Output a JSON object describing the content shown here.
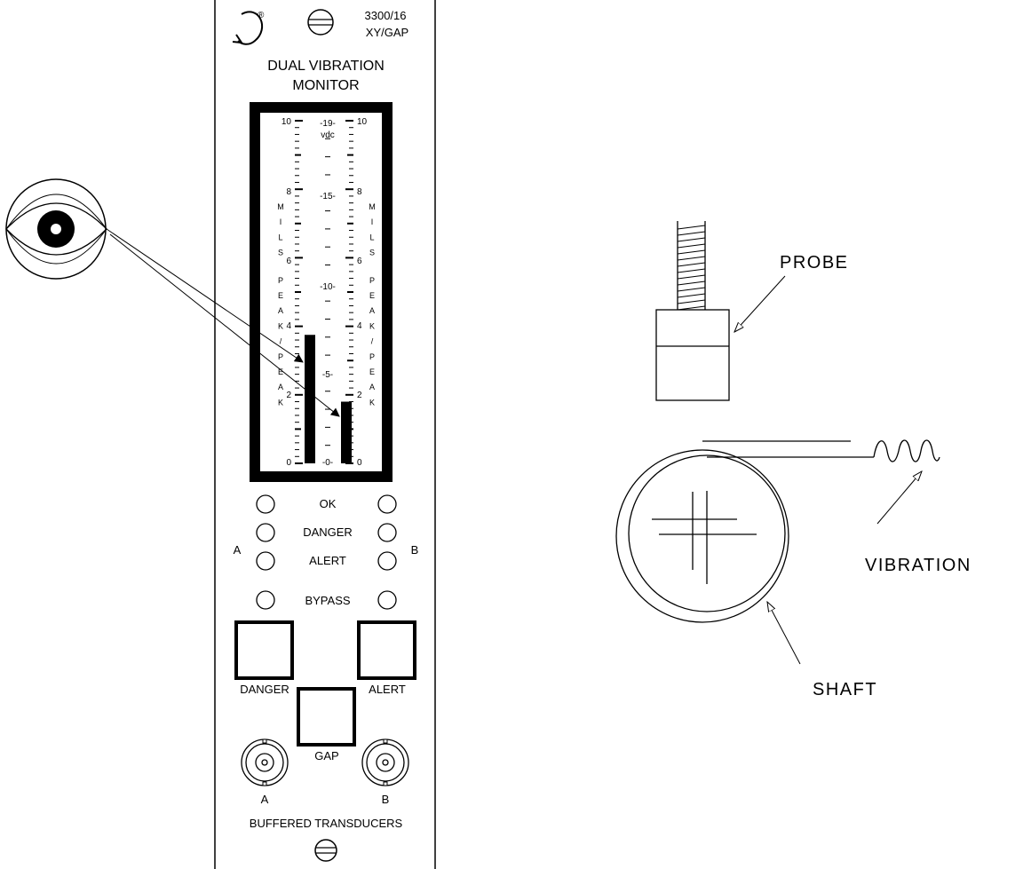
{
  "monitor": {
    "model_number": "3300/16",
    "model_type": "XY/GAP",
    "title_line1": "DUAL VIBRATION",
    "title_line2": "MONITOR",
    "registered_mark": "®",
    "meter": {
      "left_scale": [
        "10",
        "8",
        "6",
        "4",
        "2",
        "0"
      ],
      "center_scale_top": "-19-",
      "center_unit": "vdc",
      "center_scale": [
        "-15-",
        "-10-",
        "-5-",
        "-0-"
      ],
      "right_scale": [
        "10",
        "8",
        "6",
        "4",
        "2",
        "0"
      ],
      "vertical_label": [
        "M",
        "I",
        "L",
        "S",
        "P",
        "E",
        "A",
        "K",
        "/",
        "P",
        "E",
        "A",
        "K"
      ],
      "channel_a_level_mils": 3.75,
      "channel_b_level_mils": 1.8
    },
    "leds": [
      "OK",
      "DANGER",
      "ALERT",
      "BYPASS"
    ],
    "channel_a": "A",
    "channel_b": "B",
    "buttons": {
      "danger": "DANGER",
      "alert": "ALERT",
      "gap": "GAP"
    },
    "connectors": {
      "a": "A",
      "b": "B"
    },
    "buffered_label": "BUFFERED TRANSDUCERS"
  },
  "probe_diagram": {
    "probe_label": "PROBE",
    "vibration_label": "VIBRATION",
    "shaft_label": "SHAFT"
  },
  "colors": {
    "ink": "#000000",
    "paper": "#ffffff"
  },
  "icons": [
    "eye-icon",
    "registered-logo-icon",
    "screw-icon",
    "bnc-connector-icon"
  ]
}
